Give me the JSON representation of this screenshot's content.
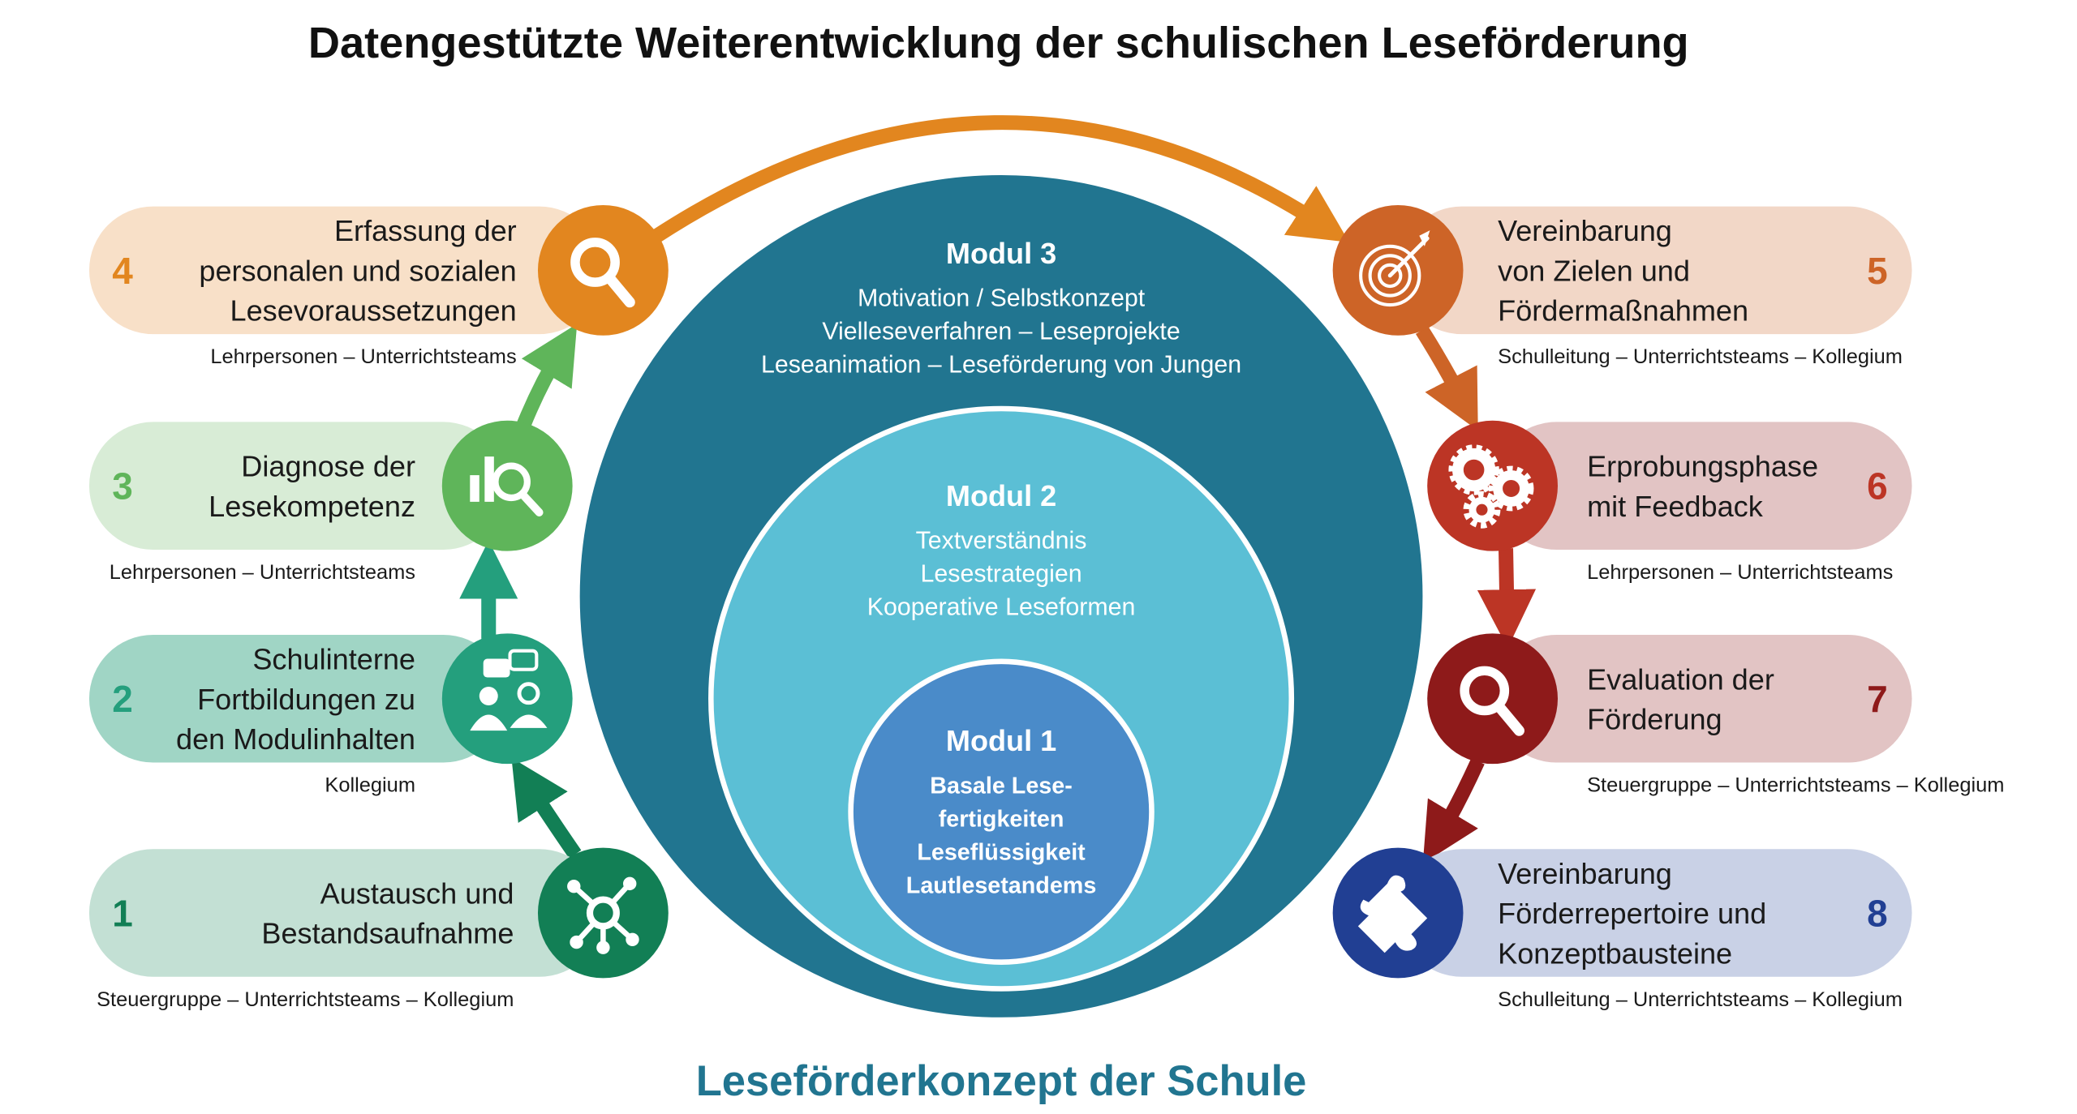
{
  "title": "Datengestützte Weiterentwicklung der schulischen Leseförderung",
  "footer": "Leseförderkonzept der Schule",
  "modules": [
    {
      "title": "Modul 3",
      "lines": [
        "Motivation / Selbstkonzept",
        "Vielleseverfahren – Leseprojekte",
        "Leseanimation – Leseförderung von Jungen"
      ],
      "color": "#217590"
    },
    {
      "title": "Modul 2",
      "lines": [
        "Textverständnis",
        "Lesestrategien",
        "Kooperative Leseformen"
      ],
      "color": "#5bbfd5"
    },
    {
      "title": "Modul 1",
      "lines": [
        "Basale Lese-",
        "fertigkeiten",
        "Leseflüssigkeit",
        "Lautlesetandems"
      ],
      "color": "#4a8bc9"
    }
  ],
  "steps": [
    {
      "num": "1",
      "lines": [
        "Austausch und",
        "Bestandsaufnahme"
      ],
      "roles": "Steuergruppe – Unterrichtsteams – Kollegium",
      "icon": "network-icon",
      "color": "#127f55",
      "bg": "#c3e0d4"
    },
    {
      "num": "2",
      "lines": [
        "Schulinterne",
        "Fortbildungen zu",
        "den Modulinhalten"
      ],
      "roles": "Kollegium",
      "icon": "people-chat-icon",
      "color": "#249f7d",
      "bg": "#a0d5c5"
    },
    {
      "num": "3",
      "lines": [
        "Diagnose der",
        "Lesekompetenz"
      ],
      "roles": "Lehrpersonen – Unterrichtsteams",
      "icon": "chart-search-icon",
      "color": "#5fb55a",
      "bg": "#d8ecd6"
    },
    {
      "num": "4",
      "lines": [
        "Erfassung der",
        "personalen und sozialen",
        "Lesevoraussetzungen"
      ],
      "roles": "Lehrpersonen – Unterrichtsteams",
      "icon": "search-icon",
      "color": "#e2861f",
      "bg": "#f8e0c8"
    },
    {
      "num": "5",
      "lines": [
        "Vereinbarung",
        "von Zielen und",
        "Fördermaßnahmen"
      ],
      "roles": "Schulleitung – Unterrichtsteams – Kollegium",
      "icon": "target-icon",
      "color": "#cd6427",
      "bg": "#f2d7c7"
    },
    {
      "num": "6",
      "lines": [
        "Erprobungsphase",
        "mit Feedback"
      ],
      "roles": "Lehrpersonen – Unterrichtsteams",
      "icon": "gears-icon",
      "color": "#bc3525",
      "bg": "#e2c4c4"
    },
    {
      "num": "7",
      "lines": [
        "Evaluation der",
        "Förderung"
      ],
      "roles": "Steuergruppe – Unterrichtsteams – Kollegium",
      "icon": "search-icon",
      "color": "#8e1a1a",
      "bg": "#e2c4c4"
    },
    {
      "num": "8",
      "lines": [
        "Vereinbarung",
        "Förderrepertoire und",
        "Konzeptbausteine"
      ],
      "roles": "Schulleitung – Unterrichtsteams – Kollegium",
      "icon": "puzzle-icon",
      "color": "#213f93",
      "bg": "#c9d1e6"
    }
  ]
}
